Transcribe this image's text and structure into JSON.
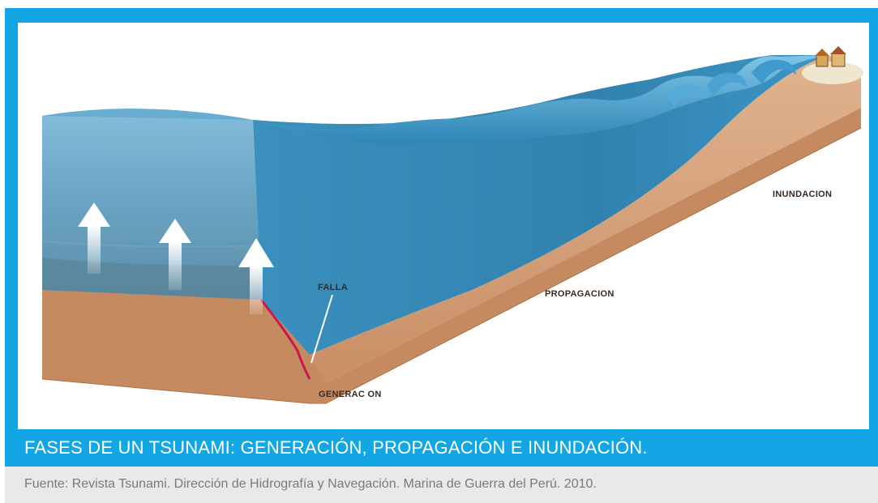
{
  "diagram": {
    "labels": {
      "inundacion": "INUNDACION",
      "propagacion": "PROPAGACION",
      "falla": "FALLA",
      "generacion": "GENERAC ON"
    }
  },
  "caption": "FASES DE UN TSUNAMI: GENERACIÓN, PROPAGACIÓN E INUNDACIÓN.",
  "source": "Fuente: Revista Tsunami. Dirección de Hidrografía y Navegación. Marina de Guerra del Perú. 2010.",
  "colors": {
    "frame_blue": "#12a6e4",
    "source_bg": "#e9e9e9",
    "seabed": "#d9a77f",
    "water": "#2f86b5"
  }
}
